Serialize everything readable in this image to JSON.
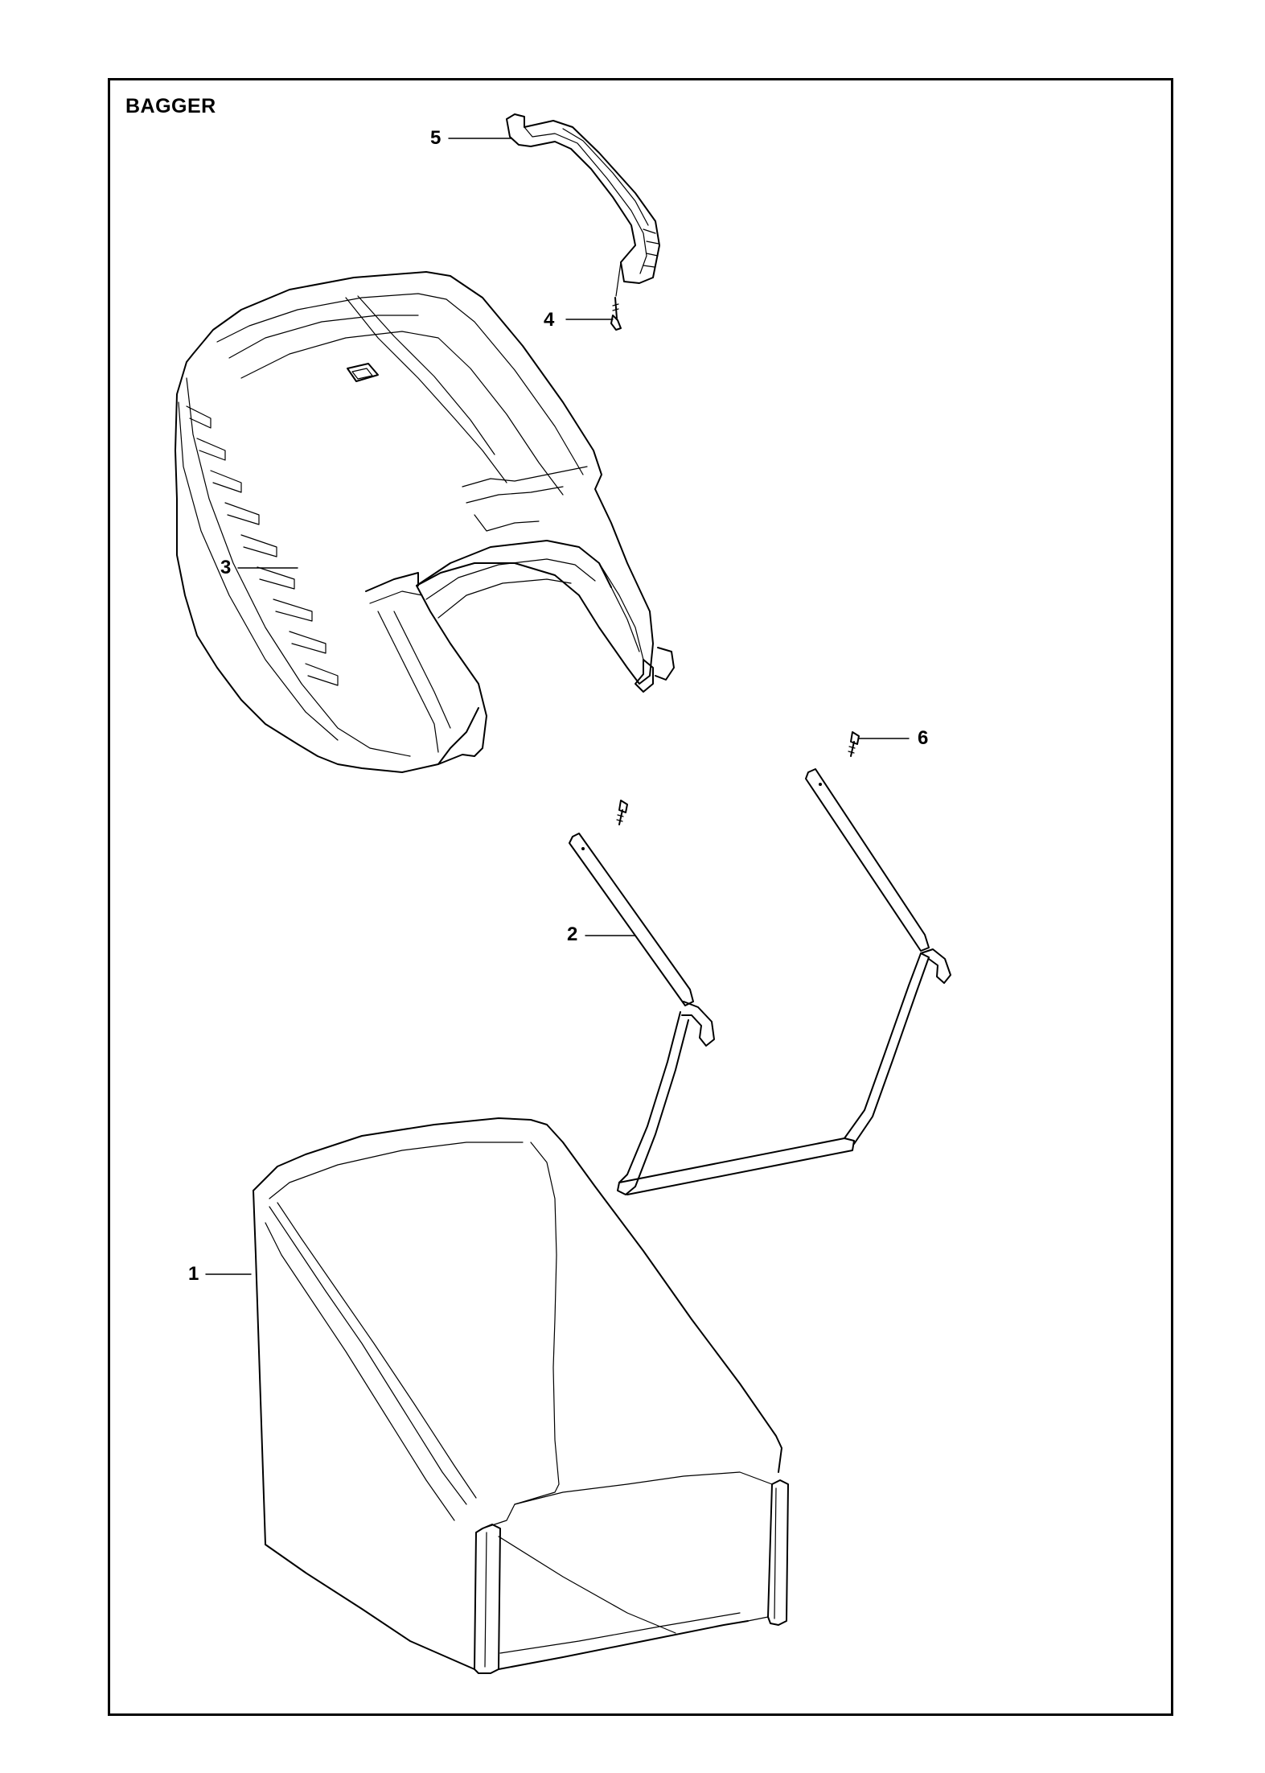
{
  "diagram": {
    "title": "BAGGER",
    "callouts": [
      {
        "id": "1",
        "label": "1"
      },
      {
        "id": "2",
        "label": "2"
      },
      {
        "id": "3",
        "label": "3"
      },
      {
        "id": "4",
        "label": "4"
      },
      {
        "id": "5",
        "label": "5"
      },
      {
        "id": "6",
        "label": "6"
      }
    ],
    "parts": [
      {
        "callout": "1",
        "name": "bag-basket"
      },
      {
        "callout": "2",
        "name": "bag-frame-wire"
      },
      {
        "callout": "3",
        "name": "bag-cover"
      },
      {
        "callout": "4",
        "name": "screw"
      },
      {
        "callout": "5",
        "name": "handle"
      },
      {
        "callout": "6",
        "name": "screw"
      }
    ]
  }
}
